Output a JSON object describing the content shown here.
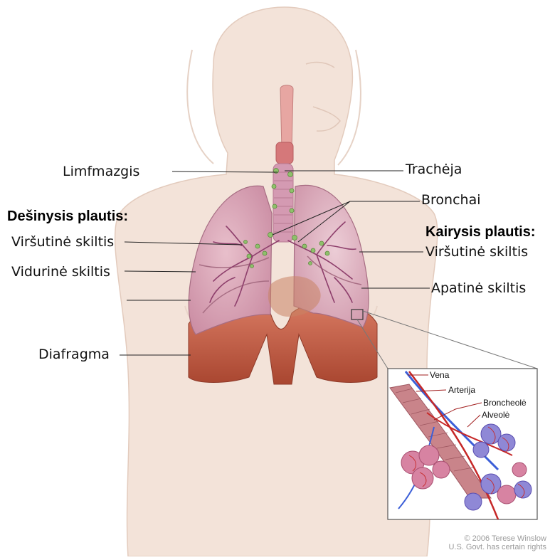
{
  "headings": {
    "right_lung": "Dešinysis plautis:",
    "left_lung": "Kairysis plautis:"
  },
  "labels": {
    "lymph_node": "Limfmazgis",
    "trachea": "Trachėja",
    "bronchi": "Bronchai",
    "right_upper_lobe": "Viršutinė skiltis",
    "right_middle_lobe": "Vidurinė skiltis",
    "left_upper_lobe": "Viršutinė skiltis",
    "left_lower_lobe": "Apatinė skiltis",
    "diaphragm": "Diafragma"
  },
  "inset_labels": {
    "vein": "Vena",
    "artery": "Arterija",
    "bronchiole": "Broncheolė",
    "alveolus": "Alveolė"
  },
  "credit": {
    "line1": "© 2006 Terese Winslow",
    "line2": "U.S. Govt. has certain rights"
  },
  "colors": {
    "skin": "#f3e3d9",
    "lung": "#d9a2b4",
    "diaphragm": "#c0553f",
    "vein": "#3c5fd8",
    "artery": "#c62828",
    "leader_line": "#222222"
  }
}
